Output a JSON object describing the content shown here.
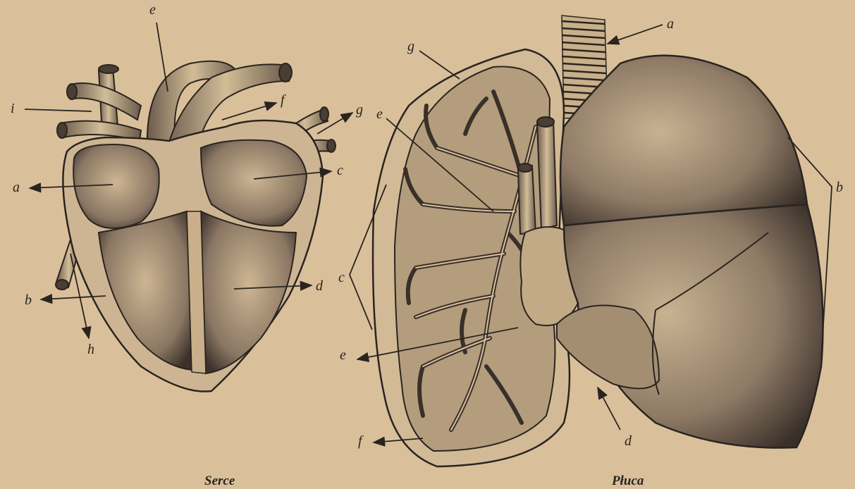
{
  "captions": {
    "heart": "Serce",
    "lungs": "Płuca"
  },
  "heart_labels": {
    "a": "a",
    "b": "b",
    "c": "c",
    "d": "d",
    "e": "e",
    "f": "f",
    "g": "g",
    "h": "h",
    "i": "i"
  },
  "lung_labels": {
    "a": "a",
    "b": "b",
    "c": "c",
    "d": "d",
    "e_upper": "e",
    "e_lower": "e",
    "f": "f",
    "g": "g"
  },
  "colors": {
    "paper": "#d9c09a",
    "ink": "#2a2420",
    "tissue": "#c9b08a",
    "shade": "#5a4a3c"
  }
}
